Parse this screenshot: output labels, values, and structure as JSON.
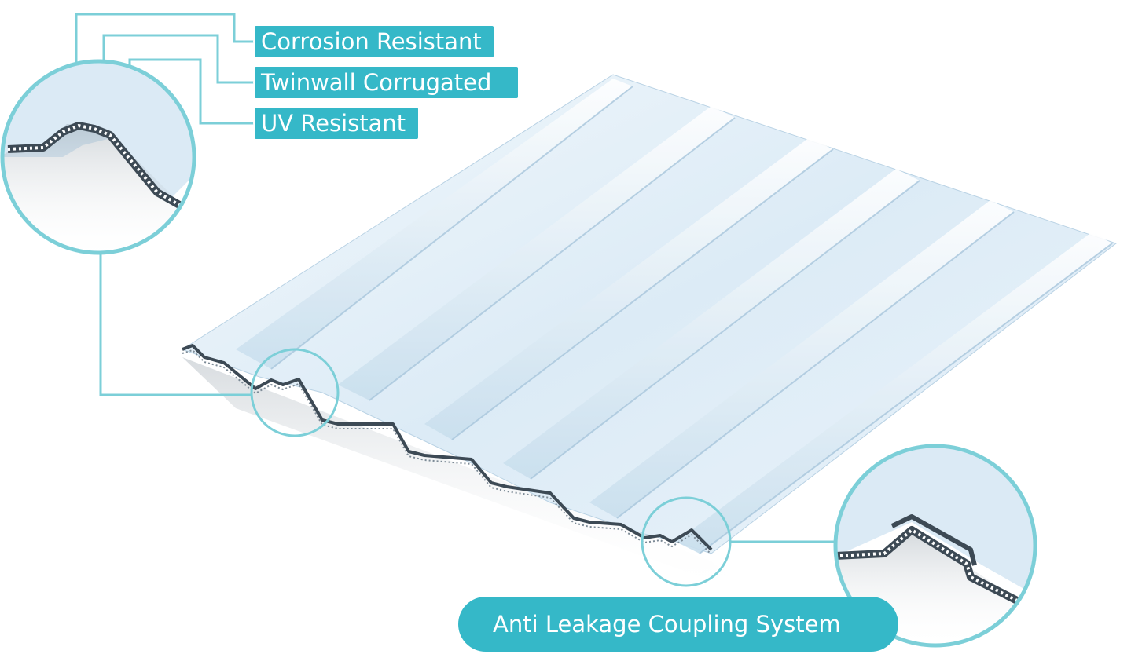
{
  "labels": {
    "corrosion": "Corrosion Resistant",
    "twinwall": "Twinwall Corrugated",
    "uv": "UV Resistant"
  },
  "callout": {
    "coupling": "Anti Leakage Coupling System"
  },
  "colors": {
    "accent": "#35b8c8",
    "sheet_light": "#eef5fb",
    "sheet_mid": "#cfe3f1",
    "sheet_shadow": "#a9c7dd",
    "edge": "#3d4a55"
  }
}
